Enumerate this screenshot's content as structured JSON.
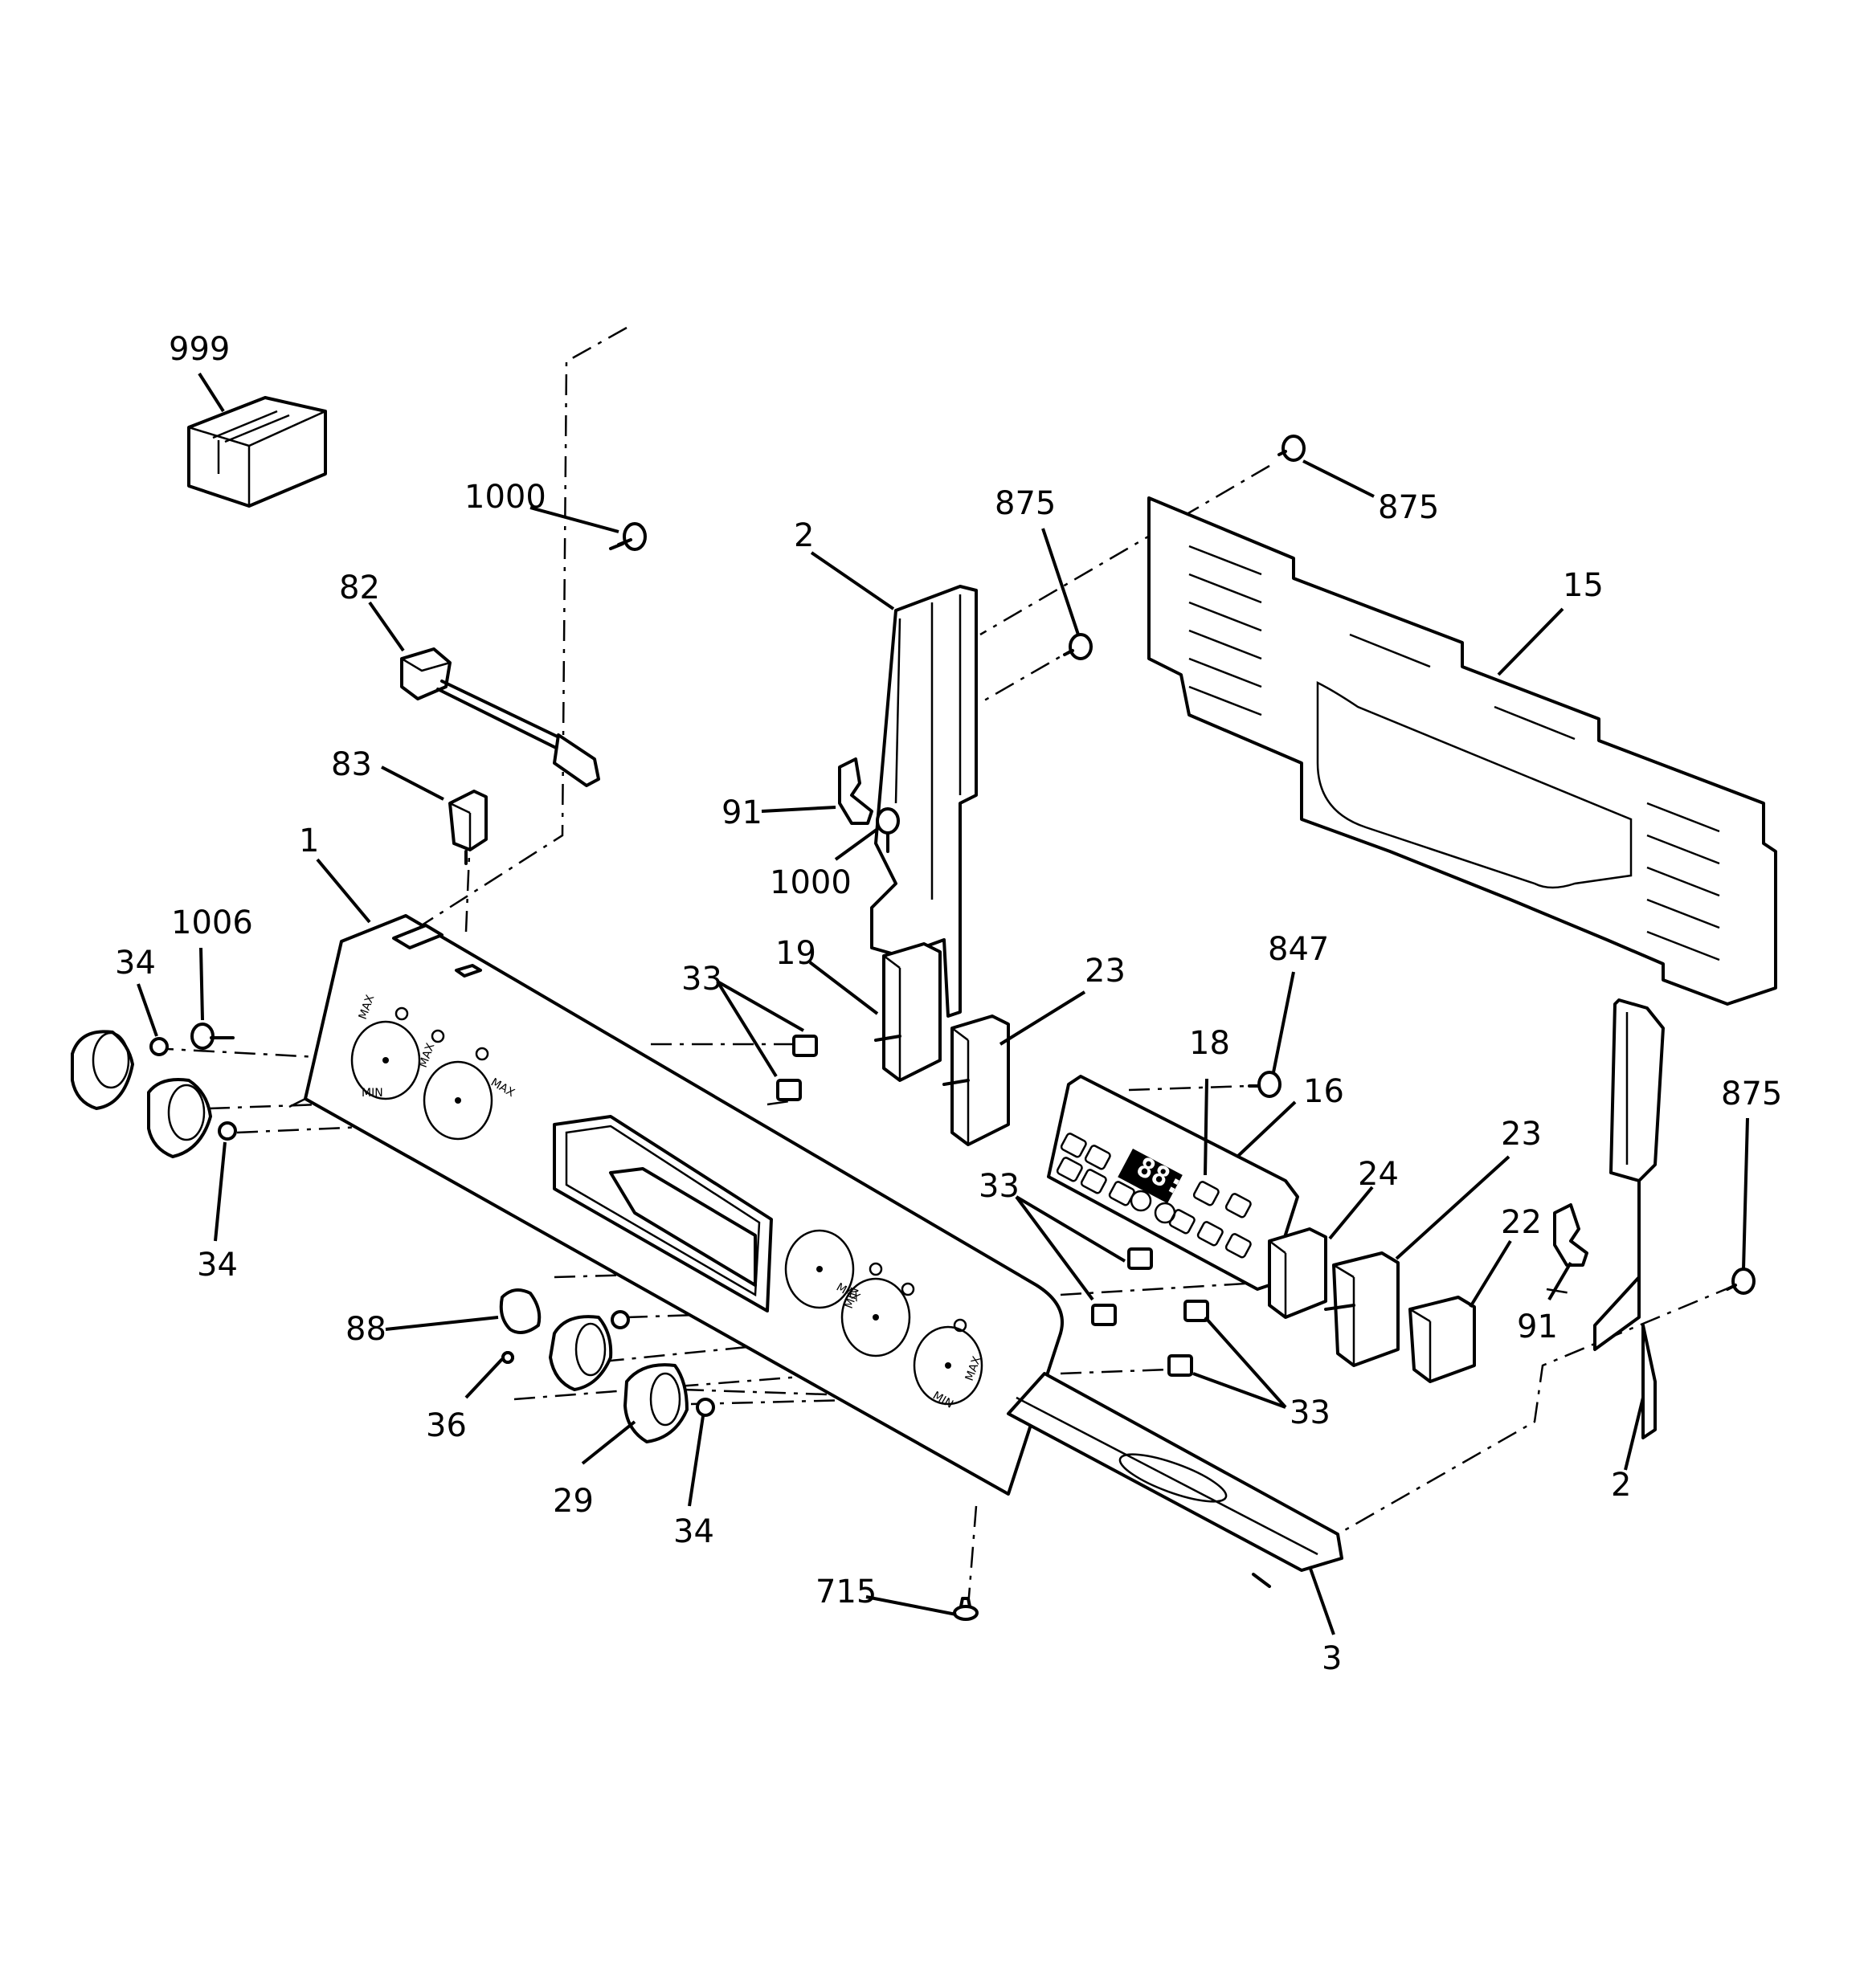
{
  "callouts": [
    {
      "id": "999",
      "text": "999"
    },
    {
      "id": "1000a",
      "text": "1000"
    },
    {
      "id": "82",
      "text": "82"
    },
    {
      "id": "83",
      "text": "83"
    },
    {
      "id": "1",
      "text": "1"
    },
    {
      "id": "1006",
      "text": "1006"
    },
    {
      "id": "34a",
      "text": "34"
    },
    {
      "id": "34b",
      "text": "34"
    },
    {
      "id": "2a",
      "text": "2"
    },
    {
      "id": "875a",
      "text": "875"
    },
    {
      "id": "875b",
      "text": "875"
    },
    {
      "id": "15",
      "text": "15"
    },
    {
      "id": "91a",
      "text": "91"
    },
    {
      "id": "1000b",
      "text": "1000"
    },
    {
      "id": "19",
      "text": "19"
    },
    {
      "id": "33a",
      "text": "33"
    },
    {
      "id": "23a",
      "text": "23"
    },
    {
      "id": "847",
      "text": "847"
    },
    {
      "id": "18",
      "text": "18"
    },
    {
      "id": "16",
      "text": "16"
    },
    {
      "id": "875c",
      "text": "875"
    },
    {
      "id": "33b",
      "text": "33"
    },
    {
      "id": "24",
      "text": "24"
    },
    {
      "id": "23b",
      "text": "23"
    },
    {
      "id": "22",
      "text": "22"
    },
    {
      "id": "91b",
      "text": "91"
    },
    {
      "id": "88",
      "text": "88"
    },
    {
      "id": "36",
      "text": "36"
    },
    {
      "id": "29",
      "text": "29"
    },
    {
      "id": "34c",
      "text": "34"
    },
    {
      "id": "33c",
      "text": "33"
    },
    {
      "id": "2b",
      "text": "2"
    },
    {
      "id": "715",
      "text": "715"
    },
    {
      "id": "3",
      "text": "3"
    }
  ],
  "control_display": "88:88"
}
